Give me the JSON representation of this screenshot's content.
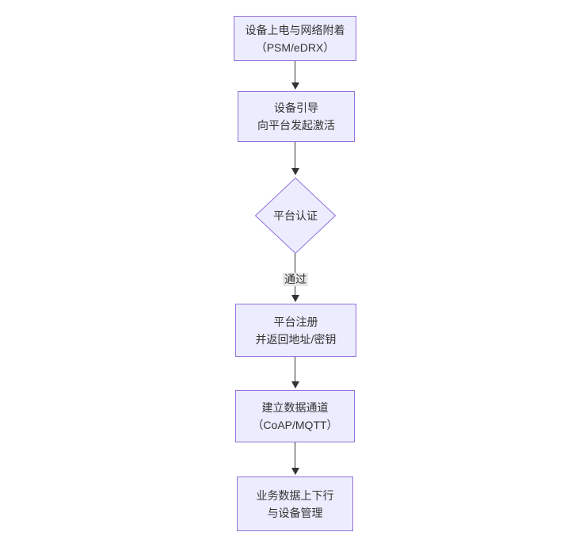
{
  "diagram": {
    "type": "flowchart",
    "direction": "top-down",
    "colors": {
      "node_fill": "#ECECFF",
      "node_border": "#9370DB",
      "arrow": "#333333",
      "text": "#333333",
      "edge_label_bg": "#e8e8e8",
      "background": "#ffffff"
    },
    "nodes": [
      {
        "id": "power-attach",
        "shape": "rect",
        "lines": [
          "设备上电与网络附着",
          "（PSM/eDRX）"
        ]
      },
      {
        "id": "bootstrap",
        "shape": "rect",
        "lines": [
          "设备引导",
          "向平台发起激活"
        ]
      },
      {
        "id": "auth",
        "shape": "diamond",
        "lines": [
          "平台认证"
        ]
      },
      {
        "id": "register",
        "shape": "rect",
        "lines": [
          "平台注册",
          "并返回地址/密钥"
        ]
      },
      {
        "id": "channel",
        "shape": "rect",
        "lines": [
          "建立数据通道",
          "（CoAP/MQTT）"
        ]
      },
      {
        "id": "business",
        "shape": "rect",
        "lines": [
          "业务数据上下行",
          "与设备管理"
        ]
      }
    ],
    "edges": [
      {
        "from": "power-attach",
        "to": "bootstrap",
        "label": ""
      },
      {
        "from": "bootstrap",
        "to": "auth",
        "label": ""
      },
      {
        "from": "auth",
        "to": "register",
        "label": "通过"
      },
      {
        "from": "register",
        "to": "channel",
        "label": ""
      },
      {
        "from": "channel",
        "to": "business",
        "label": ""
      }
    ]
  }
}
